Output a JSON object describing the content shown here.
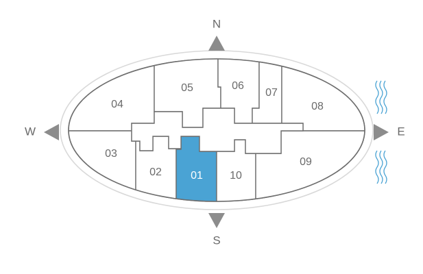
{
  "compass": {
    "north": "N",
    "south": "S",
    "east": "E",
    "west": "W"
  },
  "colors": {
    "selected": "#4aa3d4",
    "outline": "#6e6e6e",
    "outer_ring": "#d9d9d9",
    "arrow": "#8c8c8c",
    "water": "#4aa3d4"
  },
  "selected_unit": "01",
  "units": [
    {
      "id": "01",
      "label": "01",
      "selected": true
    },
    {
      "id": "02",
      "label": "02",
      "selected": false
    },
    {
      "id": "03",
      "label": "03",
      "selected": false
    },
    {
      "id": "04",
      "label": "04",
      "selected": false
    },
    {
      "id": "05",
      "label": "05",
      "selected": false
    },
    {
      "id": "06",
      "label": "06",
      "selected": false
    },
    {
      "id": "07",
      "label": "07",
      "selected": false
    },
    {
      "id": "08",
      "label": "08",
      "selected": false
    },
    {
      "id": "09",
      "label": "09",
      "selected": false
    },
    {
      "id": "10",
      "label": "10",
      "selected": false
    }
  ],
  "icons": {
    "water": "water-waves-icon",
    "arrows": "compass-arrow-icon"
  }
}
